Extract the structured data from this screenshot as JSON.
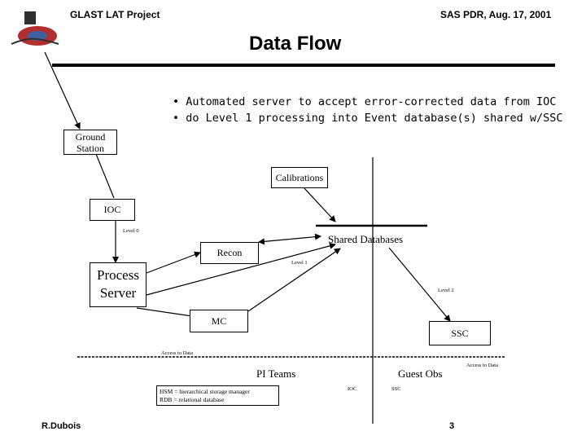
{
  "header": {
    "left": "GLAST LAT Project",
    "right": "SAS PDR, Aug. 17, 2001"
  },
  "title": "Data Flow",
  "bullets": [
    "Automated server to accept error-corrected data from IOC",
    "do Level 1 processing into Event database(s) shared w/SSC"
  ],
  "nodes": {
    "ground_station": "Ground\nStation",
    "calibrations": "Calibrations",
    "ioc": "IOC",
    "shared_databases": "Shared Databases",
    "recon": "Recon",
    "process_server": "Process\nServer",
    "mc": "MC",
    "ssc": "SSC",
    "pi_teams": "PI Teams",
    "guest_obs": "Guest Obs"
  },
  "edge_labels": {
    "level0": "Level 0",
    "level1": "Level 1",
    "level2": "Level 2",
    "access_left": "Access to Data",
    "access_right": "Access to Data",
    "ioc_small": "IOC",
    "ssc_small": "SSC"
  },
  "legend": {
    "line1": "HSM = hierarchical storage manager",
    "line2": "RDB = relational database"
  },
  "footer": {
    "author": "R.Dubois",
    "page": "3"
  },
  "colors": {
    "rule": "#000000",
    "logo_red": "#b03030",
    "logo_dark": "#303030"
  }
}
